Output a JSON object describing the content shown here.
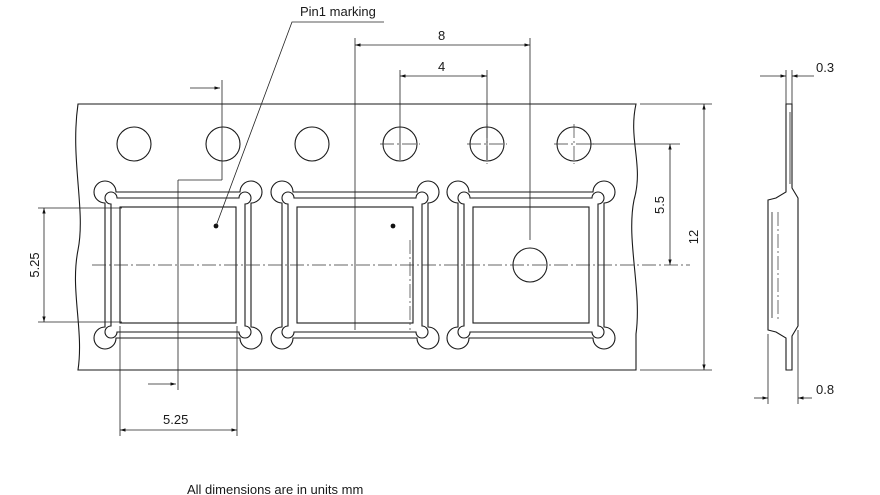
{
  "labels": {
    "pin1": "Pin1 marking",
    "footnote": "All dimensions are in units mm"
  },
  "dimensions": {
    "pitch_pockets": "8",
    "pitch_sprocket": "4",
    "sprocket_to_pocket": "5.5",
    "tape_width": "12",
    "pocket_height": "5.25",
    "pocket_width": "5.25",
    "tape_thickness": "0.3",
    "pocket_depth": "0.8"
  },
  "colors": {
    "line": "#1a1a1a",
    "background": "#ffffff"
  }
}
